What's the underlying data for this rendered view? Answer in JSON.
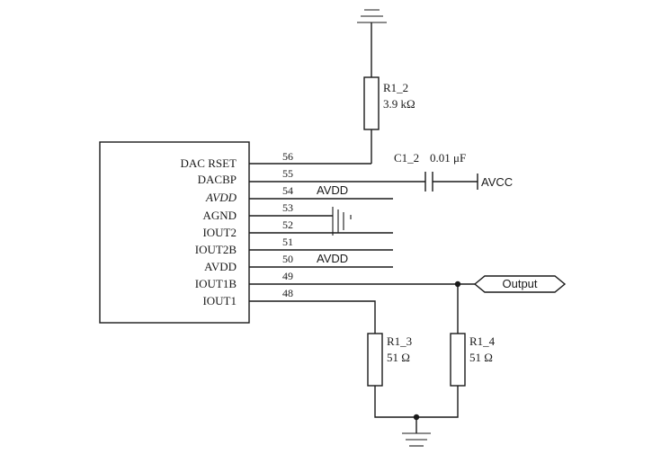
{
  "ic": {
    "pins": [
      {
        "name": "DAC RSET",
        "number": "56"
      },
      {
        "name": "DACBP",
        "number": "55"
      },
      {
        "name": "AVDD",
        "number": "54"
      },
      {
        "name": "AGND",
        "number": "53"
      },
      {
        "name": "IOUT2",
        "number": "52"
      },
      {
        "name": "IOUT2B",
        "number": "51"
      },
      {
        "name": "AVDD",
        "number": "50"
      },
      {
        "name": "IOUT1B",
        "number": "49"
      },
      {
        "name": "IOUT1",
        "number": "48"
      }
    ]
  },
  "components": {
    "r1_2": {
      "ref": "R1_2",
      "value": "3.9 kΩ"
    },
    "c1_2": {
      "ref": "C1_2",
      "value": "0.01 μF"
    },
    "r1_3": {
      "ref": "R1_3",
      "value": "51 Ω"
    },
    "r1_4": {
      "ref": "R1_4",
      "value": "51 Ω"
    }
  },
  "nets": {
    "avcc": "AVCC",
    "avdd_54": "AVDD",
    "avdd_50": "AVDD",
    "output": "Output"
  }
}
